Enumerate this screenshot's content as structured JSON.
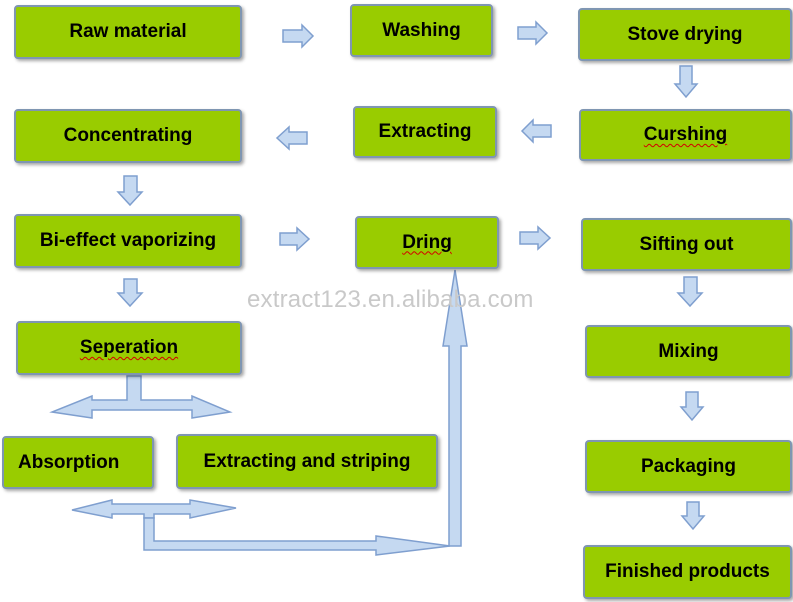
{
  "steps": {
    "raw_material": "Raw material",
    "washing": "Washing",
    "stove_drying": "Stove drying",
    "cursing": "Curshing",
    "extracting": "Extracting",
    "concentrating": "Concentrating",
    "bi_effect": "Bi-effect vaporizing",
    "dring": "Dring",
    "sifting_out": "Sifting out",
    "seperation": "Seperation",
    "mixing": "Mixing",
    "absorption": "Absorption",
    "extracting_striping": "Extracting and striping",
    "packaging": "Packaging",
    "finished_products": "Finished products"
  },
  "watermark": "extract123.en.alibaba.com",
  "colors": {
    "box_fill": "#99cc00",
    "box_border": "#7f96b2",
    "arrow_fill": "#c5d9f1",
    "arrow_stroke": "#7f9fcf"
  }
}
